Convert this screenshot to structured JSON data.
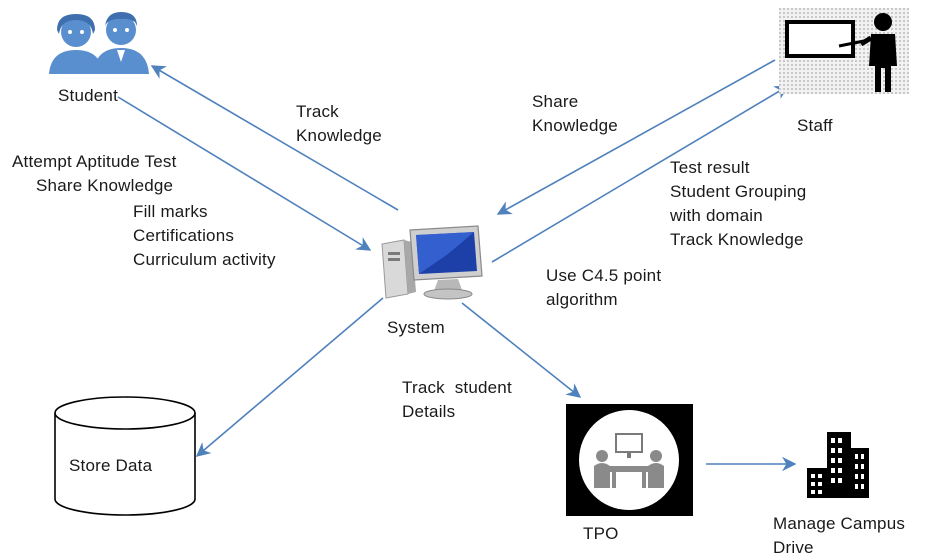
{
  "nodes": {
    "student": "Student",
    "staff": "Staff",
    "system": "System",
    "store_data": "Store Data",
    "tpo": "TPO",
    "manage_campus_drive": [
      "Manage Campus",
      "Drive"
    ]
  },
  "edge_labels": {
    "track_knowledge_student": [
      "Track",
      "Knowledge"
    ],
    "student_to_system": [
      "Attempt Aptitude Test",
      "Share Knowledge"
    ],
    "student_details": [
      "Fill marks",
      "Certifications",
      "Curriculum activity"
    ],
    "share_knowledge_staff": [
      "Share",
      "Knowledge"
    ],
    "system_to_staff": [
      "Test result",
      "Student Grouping",
      "with domain",
      "Track Knowledge"
    ],
    "algorithm": [
      "Use C4.5 point",
      "algorithm"
    ],
    "system_to_tpo": [
      "Track  student",
      "Details"
    ]
  },
  "colors": {
    "arrow": "#4f81bd",
    "icon_blue": "#5a8fcf",
    "tpo_bg": "#000000"
  },
  "icons": {
    "student": "students-icon",
    "staff": "teacher-board-icon",
    "system": "computer-icon",
    "store_data": "database-cylinder-icon",
    "tpo": "meeting-icon",
    "campus": "buildings-icon"
  }
}
